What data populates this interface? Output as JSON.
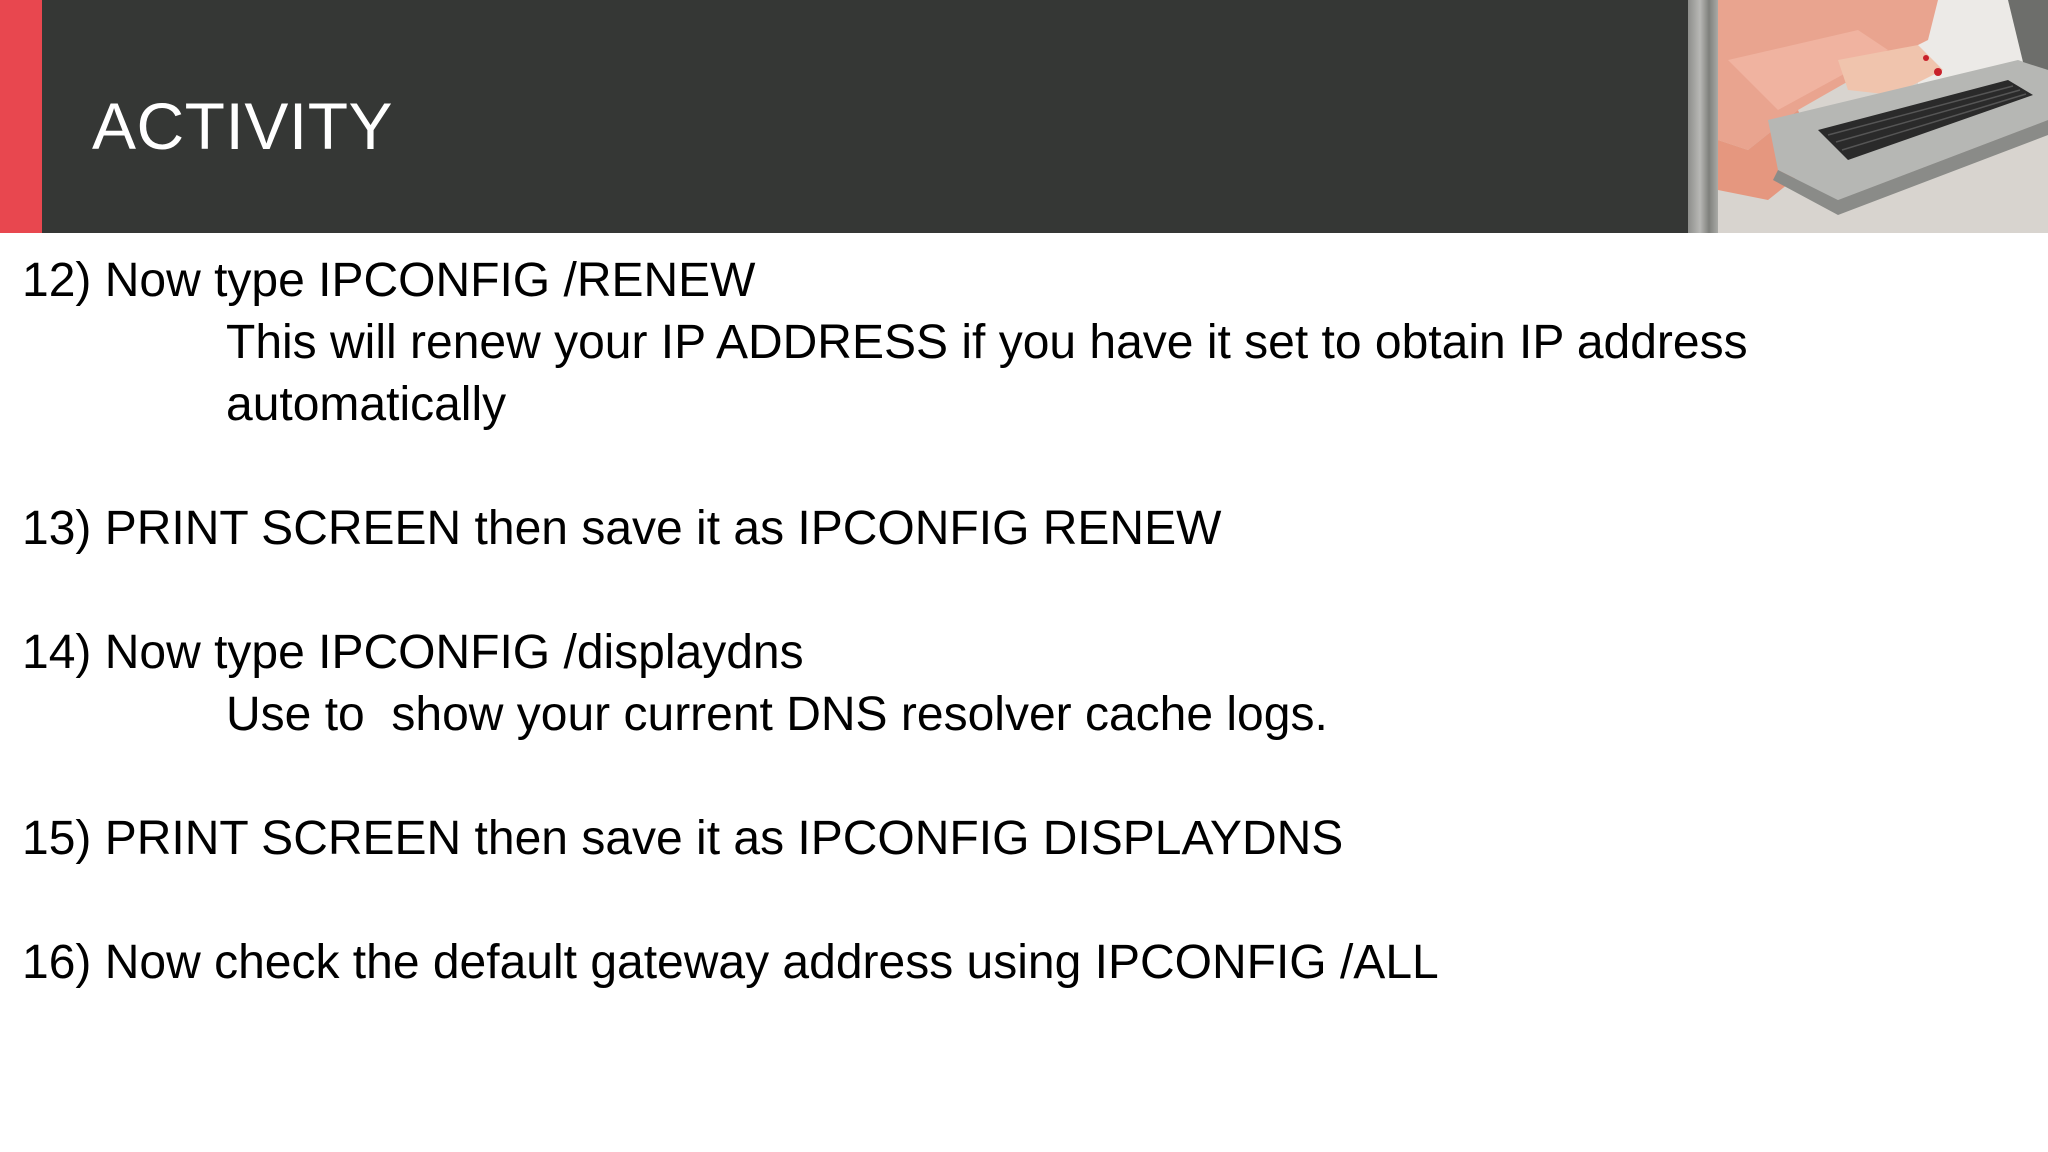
{
  "slide": {
    "title": "ACTIVITY"
  },
  "colors": {
    "header_background": "#353735",
    "accent_stripe": "#e8474f",
    "title_text": "#ffffff",
    "body_text": "#000000"
  },
  "header_image": {
    "icon": "photo-woman-typing-laptop"
  },
  "steps": [
    {
      "heading": "12) Now type IPCONFIG /RENEW",
      "detail_line_1": "This will renew your IP ADDRESS if you have it set to obtain IP address",
      "detail_line_2": "automatically"
    },
    {
      "heading": "13) PRINT SCREEN then save it as IPCONFIG RENEW"
    },
    {
      "heading": "14) Now type IPCONFIG /displaydns",
      "detail_line_1": "Use to  show your current DNS resolver cache logs."
    },
    {
      "heading": "15) PRINT SCREEN then save it as IPCONFIG DISPLAYDNS"
    },
    {
      "heading": "16) Now check the default gateway address using IPCONFIG /ALL"
    }
  ]
}
